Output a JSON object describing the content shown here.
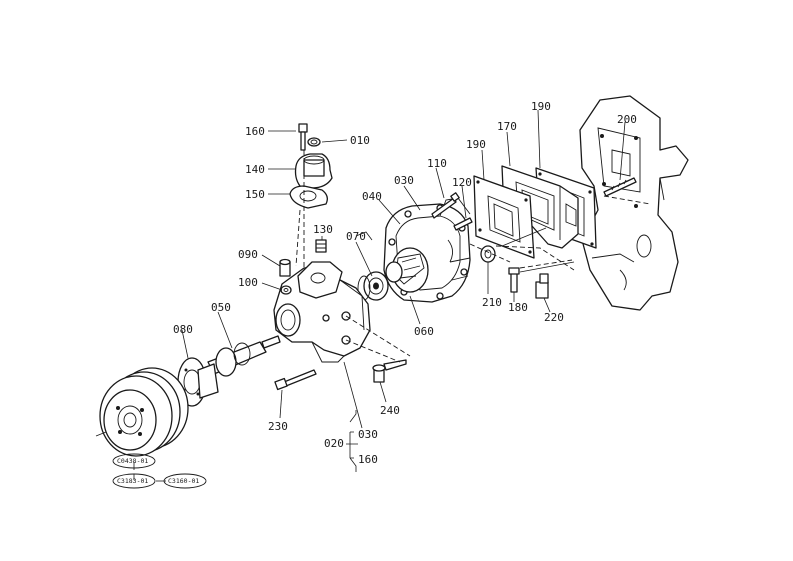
{
  "callouts": {
    "c010": "010",
    "c020": "020",
    "c030a": "030",
    "c030b": "030",
    "c040": "040",
    "c050": "050",
    "c060": "060",
    "c070": "070",
    "c080": "080",
    "c090": "090",
    "c100": "100",
    "c110": "110",
    "c120": "120",
    "c130": "130",
    "c140": "140",
    "c150": "150",
    "c160a": "160",
    "c160b": "160",
    "c170": "170",
    "c180": "180",
    "c190a": "190",
    "c190b": "190",
    "c200": "200",
    "c210": "210",
    "c220": "220",
    "c230": "230",
    "c240": "240"
  },
  "references": {
    "ref1": "C0438-01",
    "ref2": "C3183-01",
    "ref3": "C3160-01"
  }
}
